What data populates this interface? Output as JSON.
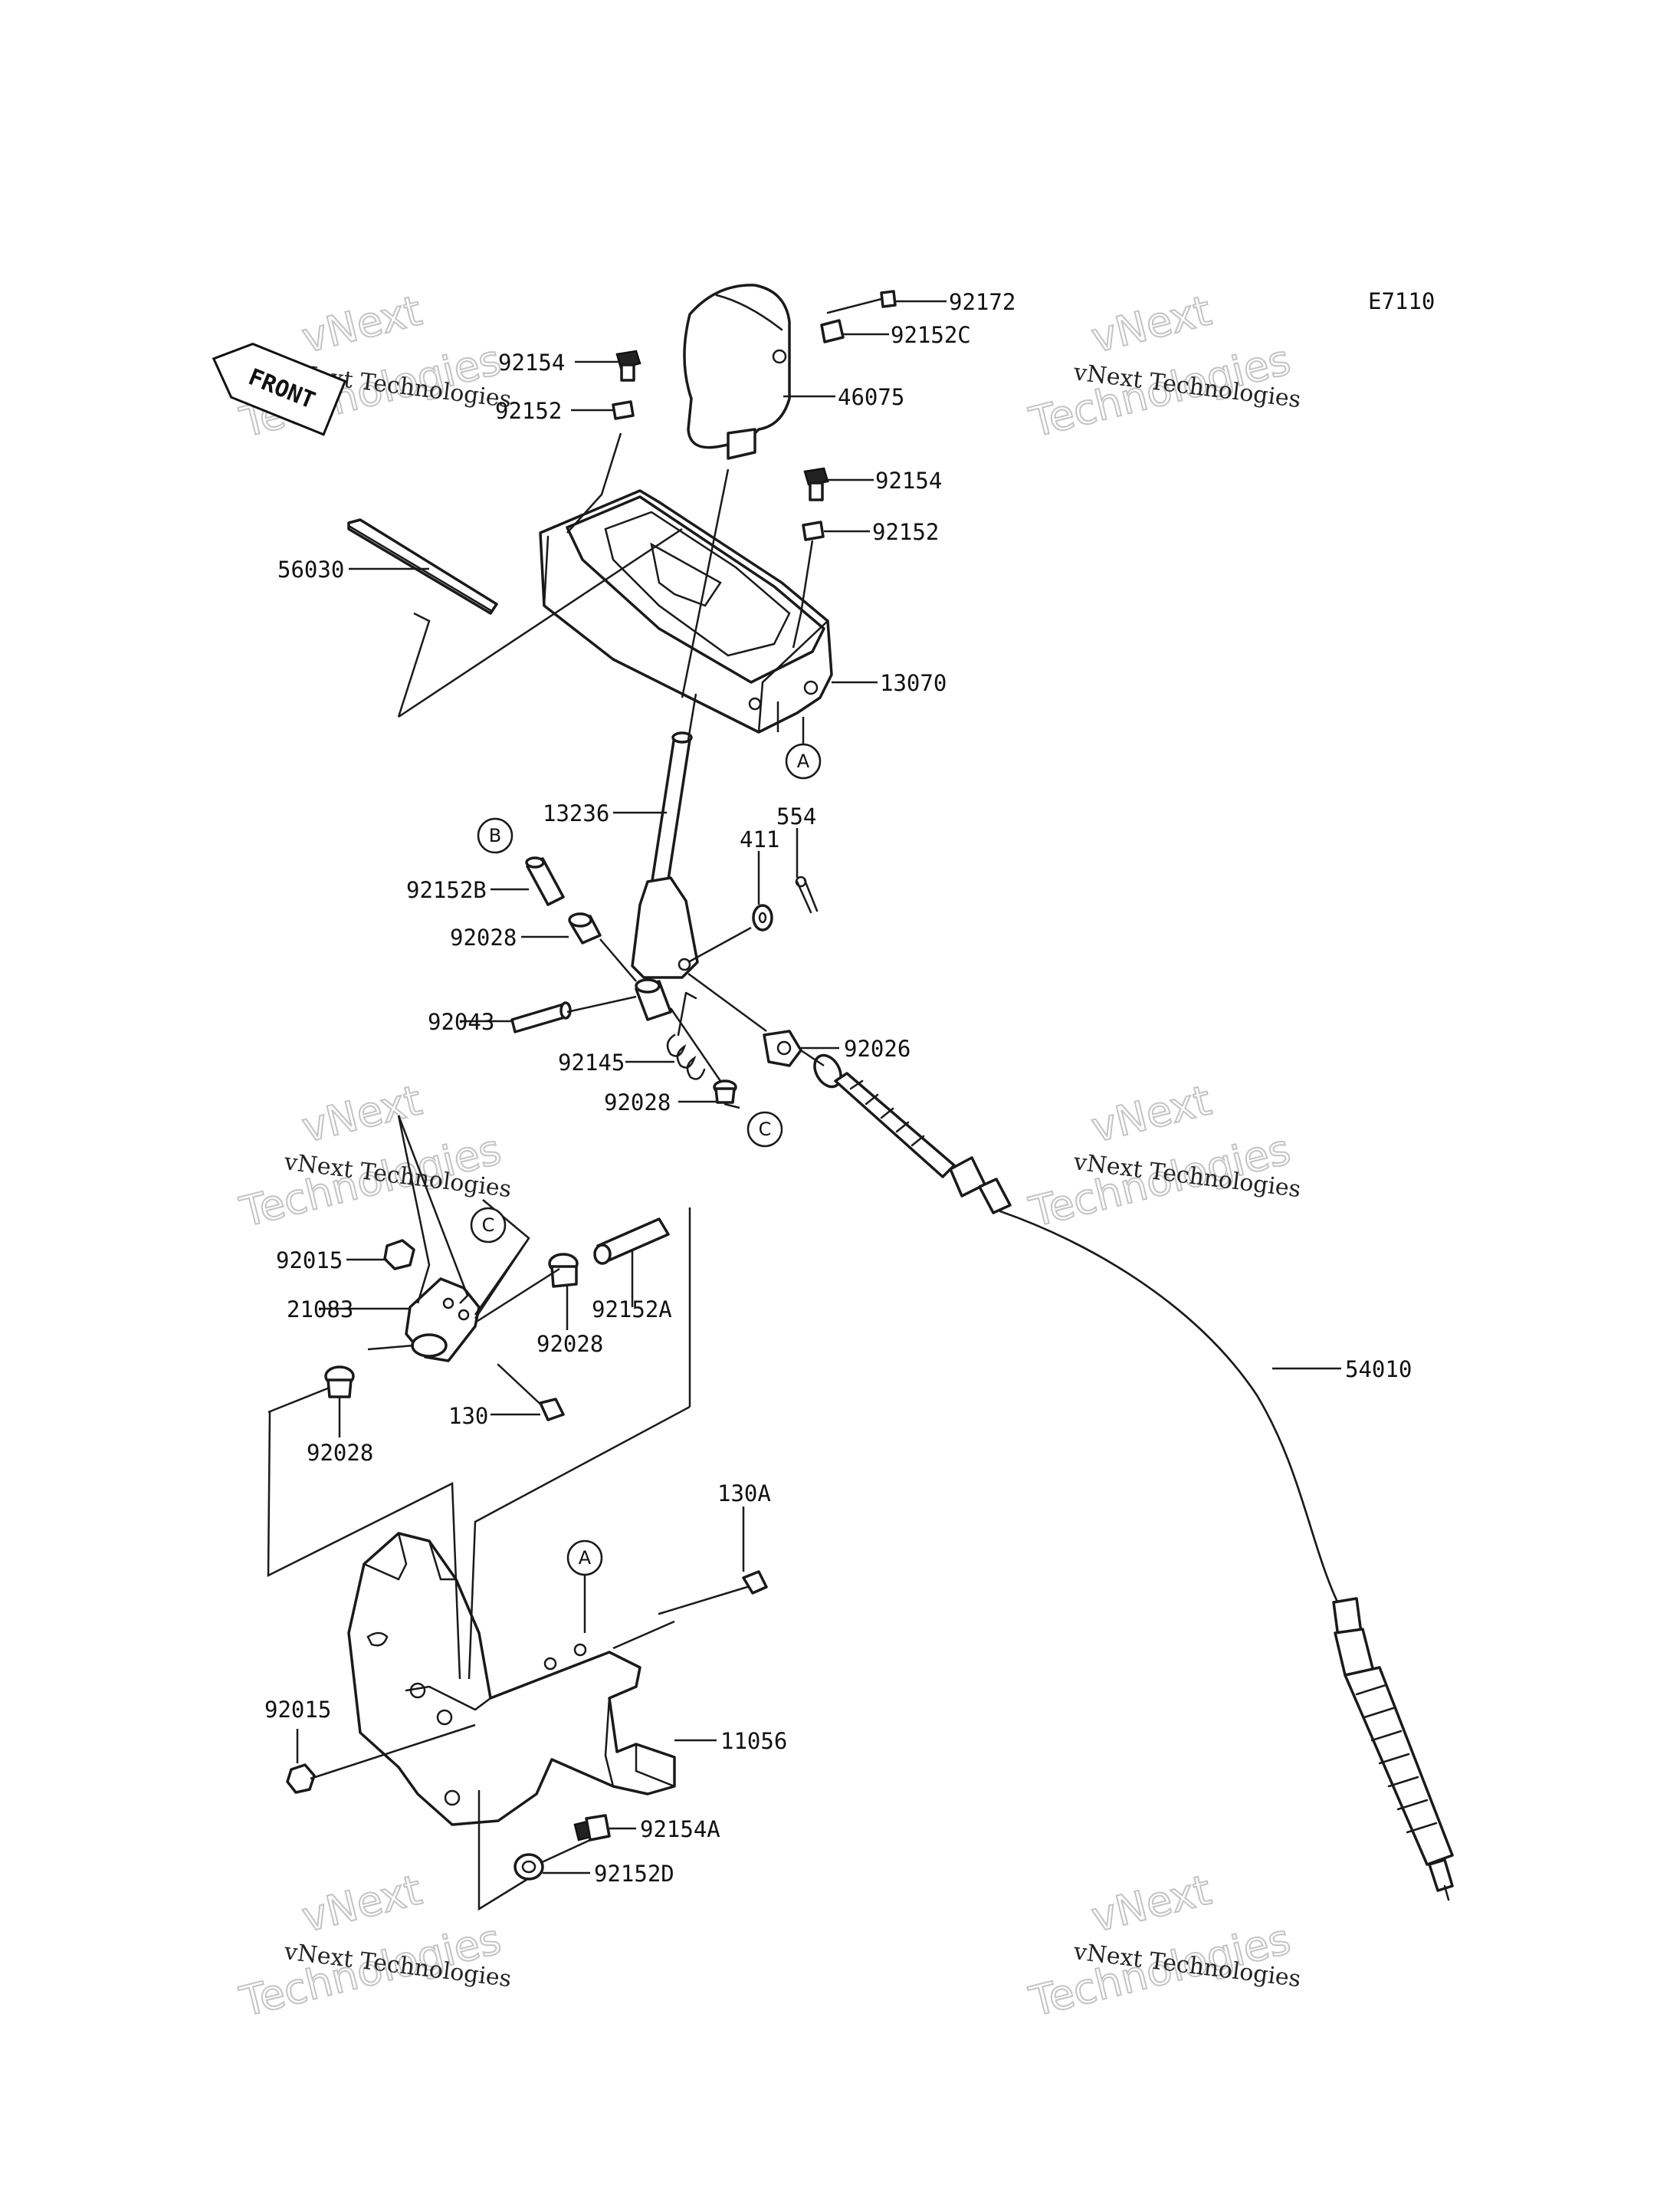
{
  "diagram_code": "E7110",
  "front_label": "FRONT",
  "watermark": {
    "line1": "vNext Technologies",
    "line2": "vNext",
    "line3": "Technologies"
  },
  "parts": [
    {
      "id": "p1",
      "number": "92172"
    },
    {
      "id": "p2",
      "number": "92152C"
    },
    {
      "id": "p3",
      "number": "46075"
    },
    {
      "id": "p4",
      "number": "92154"
    },
    {
      "id": "p5",
      "number": "92152"
    },
    {
      "id": "p6",
      "number": "92154"
    },
    {
      "id": "p7",
      "number": "92152"
    },
    {
      "id": "p8",
      "number": "56030"
    },
    {
      "id": "p9",
      "number": "13070"
    },
    {
      "id": "p10",
      "number": "13236"
    },
    {
      "id": "p11",
      "number": "554"
    },
    {
      "id": "p12",
      "number": "411"
    },
    {
      "id": "p13",
      "number": "92152B"
    },
    {
      "id": "p14",
      "number": "92028"
    },
    {
      "id": "p15",
      "number": "92043"
    },
    {
      "id": "p16",
      "number": "92145"
    },
    {
      "id": "p17",
      "number": "92026"
    },
    {
      "id": "p18",
      "number": "92028"
    },
    {
      "id": "p19",
      "number": "92015"
    },
    {
      "id": "p20",
      "number": "21083"
    },
    {
      "id": "p21",
      "number": "92152A"
    },
    {
      "id": "p22",
      "number": "92028"
    },
    {
      "id": "p23",
      "number": "130"
    },
    {
      "id": "p24",
      "number": "92028"
    },
    {
      "id": "p25",
      "number": "54010"
    },
    {
      "id": "p26",
      "number": "130A"
    },
    {
      "id": "p27",
      "number": "92015"
    },
    {
      "id": "p28",
      "number": "11056"
    },
    {
      "id": "p29",
      "number": "92154A"
    },
    {
      "id": "p30",
      "number": "92152D"
    }
  ],
  "refs": [
    {
      "id": "r1",
      "letter": "A"
    },
    {
      "id": "r2",
      "letter": "B"
    },
    {
      "id": "r3",
      "letter": "C"
    },
    {
      "id": "r4",
      "letter": "C"
    },
    {
      "id": "r5",
      "letter": "A"
    }
  ]
}
